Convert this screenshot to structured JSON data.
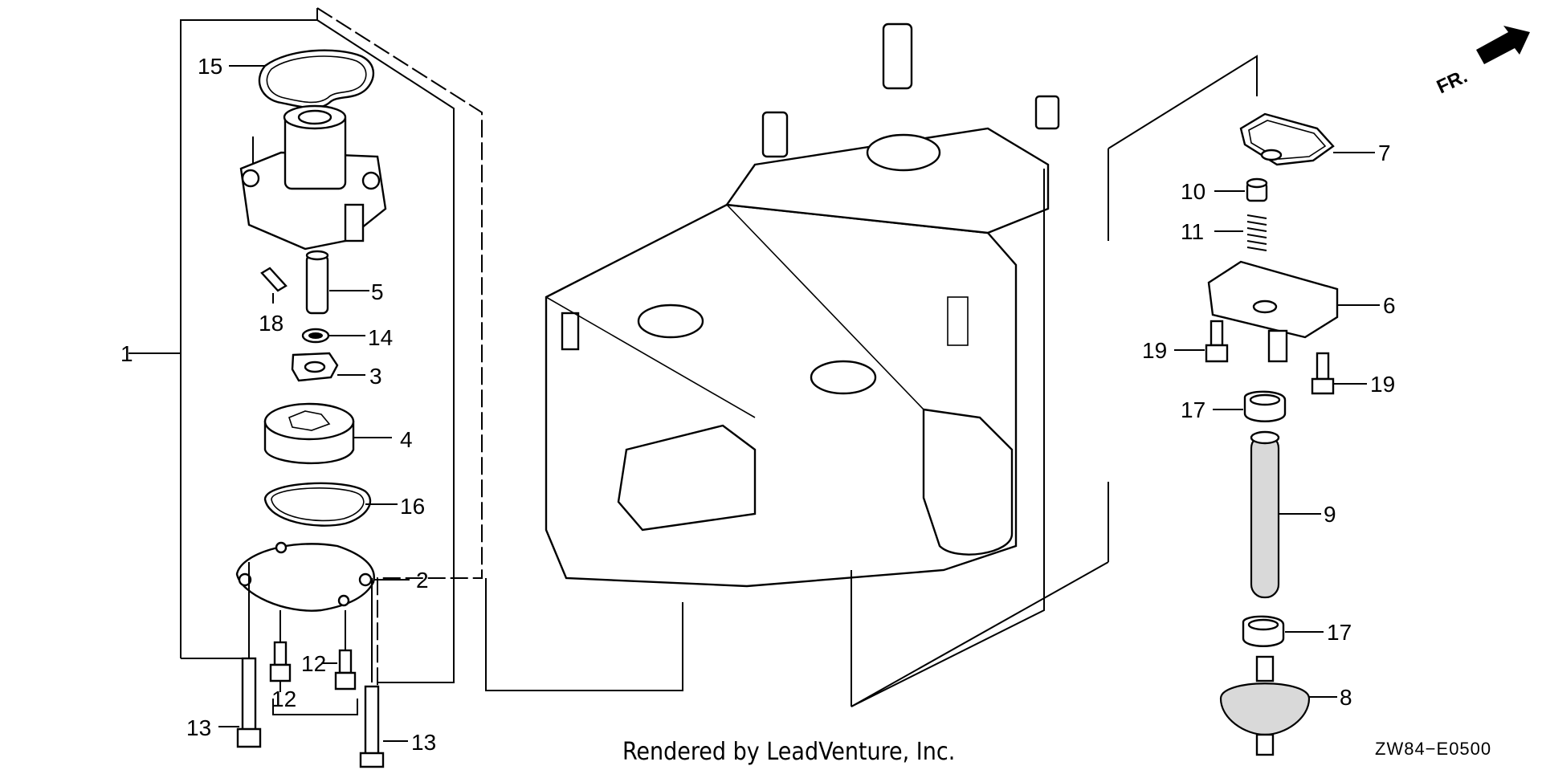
{
  "callouts": {
    "c1": "1",
    "c2": "2",
    "c3": "3",
    "c4": "4",
    "c5": "5",
    "c6": "6",
    "c7": "7",
    "c8": "8",
    "c9": "9",
    "c10": "10",
    "c11": "11",
    "c12a": "12",
    "c12b": "12",
    "c13a": "13",
    "c13b": "13",
    "c14": "14",
    "c15": "15",
    "c16": "16",
    "c17a": "17",
    "c17b": "17",
    "c18": "18",
    "c19a": "19",
    "c19b": "19"
  },
  "direction_label": "FR.",
  "footer": "Rendered by LeadVenture, Inc.",
  "diagram_code": "ZW84−E0500"
}
